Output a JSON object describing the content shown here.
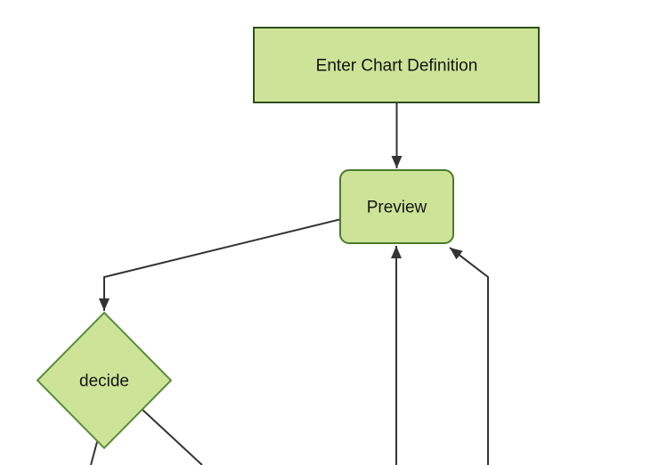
{
  "diagram": {
    "type": "flowchart",
    "direction": "top-down",
    "nodes": [
      {
        "id": "A",
        "label": "Enter Chart Definition",
        "shape": "rectangle"
      },
      {
        "id": "B",
        "label": "Preview",
        "shape": "rounded-rectangle"
      },
      {
        "id": "C",
        "label": "decide",
        "shape": "diamond"
      }
    ],
    "edges": [
      {
        "from": "A",
        "to": "B",
        "arrowhead": true
      },
      {
        "from": "B",
        "to": "C",
        "arrowhead": true
      },
      {
        "from": "offscreen-bottom",
        "to": "B",
        "arrowhead": true
      },
      {
        "from": "offscreen-bottom-right",
        "to": "B",
        "arrowhead": true
      },
      {
        "from": "C",
        "to": "offscreen-bottom-left",
        "arrowhead": false
      },
      {
        "from": "C",
        "to": "offscreen-bottom-right",
        "arrowhead": false
      }
    ]
  },
  "colors": {
    "background": "#ffffff",
    "node_fill": "#cde498",
    "rectangle_border": "#2d4f1c",
    "rounded_border": "#4c7a2e",
    "diamond_border": "#5a8c3c",
    "edge_stroke": "#333333",
    "arrowhead_fill": "#333333",
    "label_text": "#141414"
  }
}
